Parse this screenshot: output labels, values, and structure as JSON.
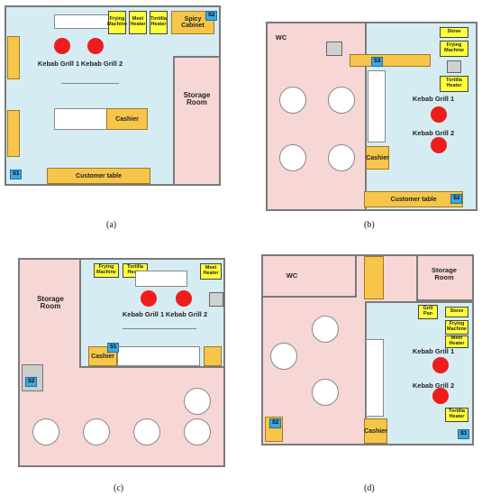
{
  "captions": [
    "(a)",
    "(b)",
    "(c)",
    "(d)"
  ],
  "a": {
    "kebab1": "Kebab Grill 1",
    "kebab2": "Kebab Grill 2",
    "frying": "Frying Machine",
    "meet": "Meet Heater",
    "tortilla": "Tortilla Heater",
    "spicy": "Spicy Cabinet",
    "storage": "Storage Room",
    "cashier": "Cashier",
    "customer": "Customer table",
    "s1": "S1",
    "s2": "S2"
  },
  "b": {
    "wc": "WC",
    "stove": "Stove",
    "frying": "Frying Machine",
    "tortilla": "Tortilla Heater",
    "kebab1": "Kebab Grill 1",
    "kebab2": "Kebab Grill 2",
    "cashier": "Cashier",
    "customer": "Customer table",
    "s2": "S2",
    "s3": "S3"
  },
  "c": {
    "frying": "Frying Machine",
    "tortilla": "Tortilla Heater",
    "meet": "Meet Heater",
    "storage": "Storage Room",
    "kebab1": "Kebab Grill 1",
    "kebab2": "Kebab Grill 2",
    "cashier": "Cashier",
    "s1": "S1",
    "s2": "S2"
  },
  "d": {
    "wc": "WC",
    "storage": "Storage Room",
    "grill": "Grill Pan",
    "stove": "Stove",
    "frying": "Frying Machine",
    "meet": "Meet Heater",
    "kebab1": "Kebab Grill 1",
    "kebab2": "Kebab Grill 2",
    "tortilla": "Tortilla Heater",
    "cashier": "Cashier",
    "s1": "S1",
    "s2": "S2"
  }
}
